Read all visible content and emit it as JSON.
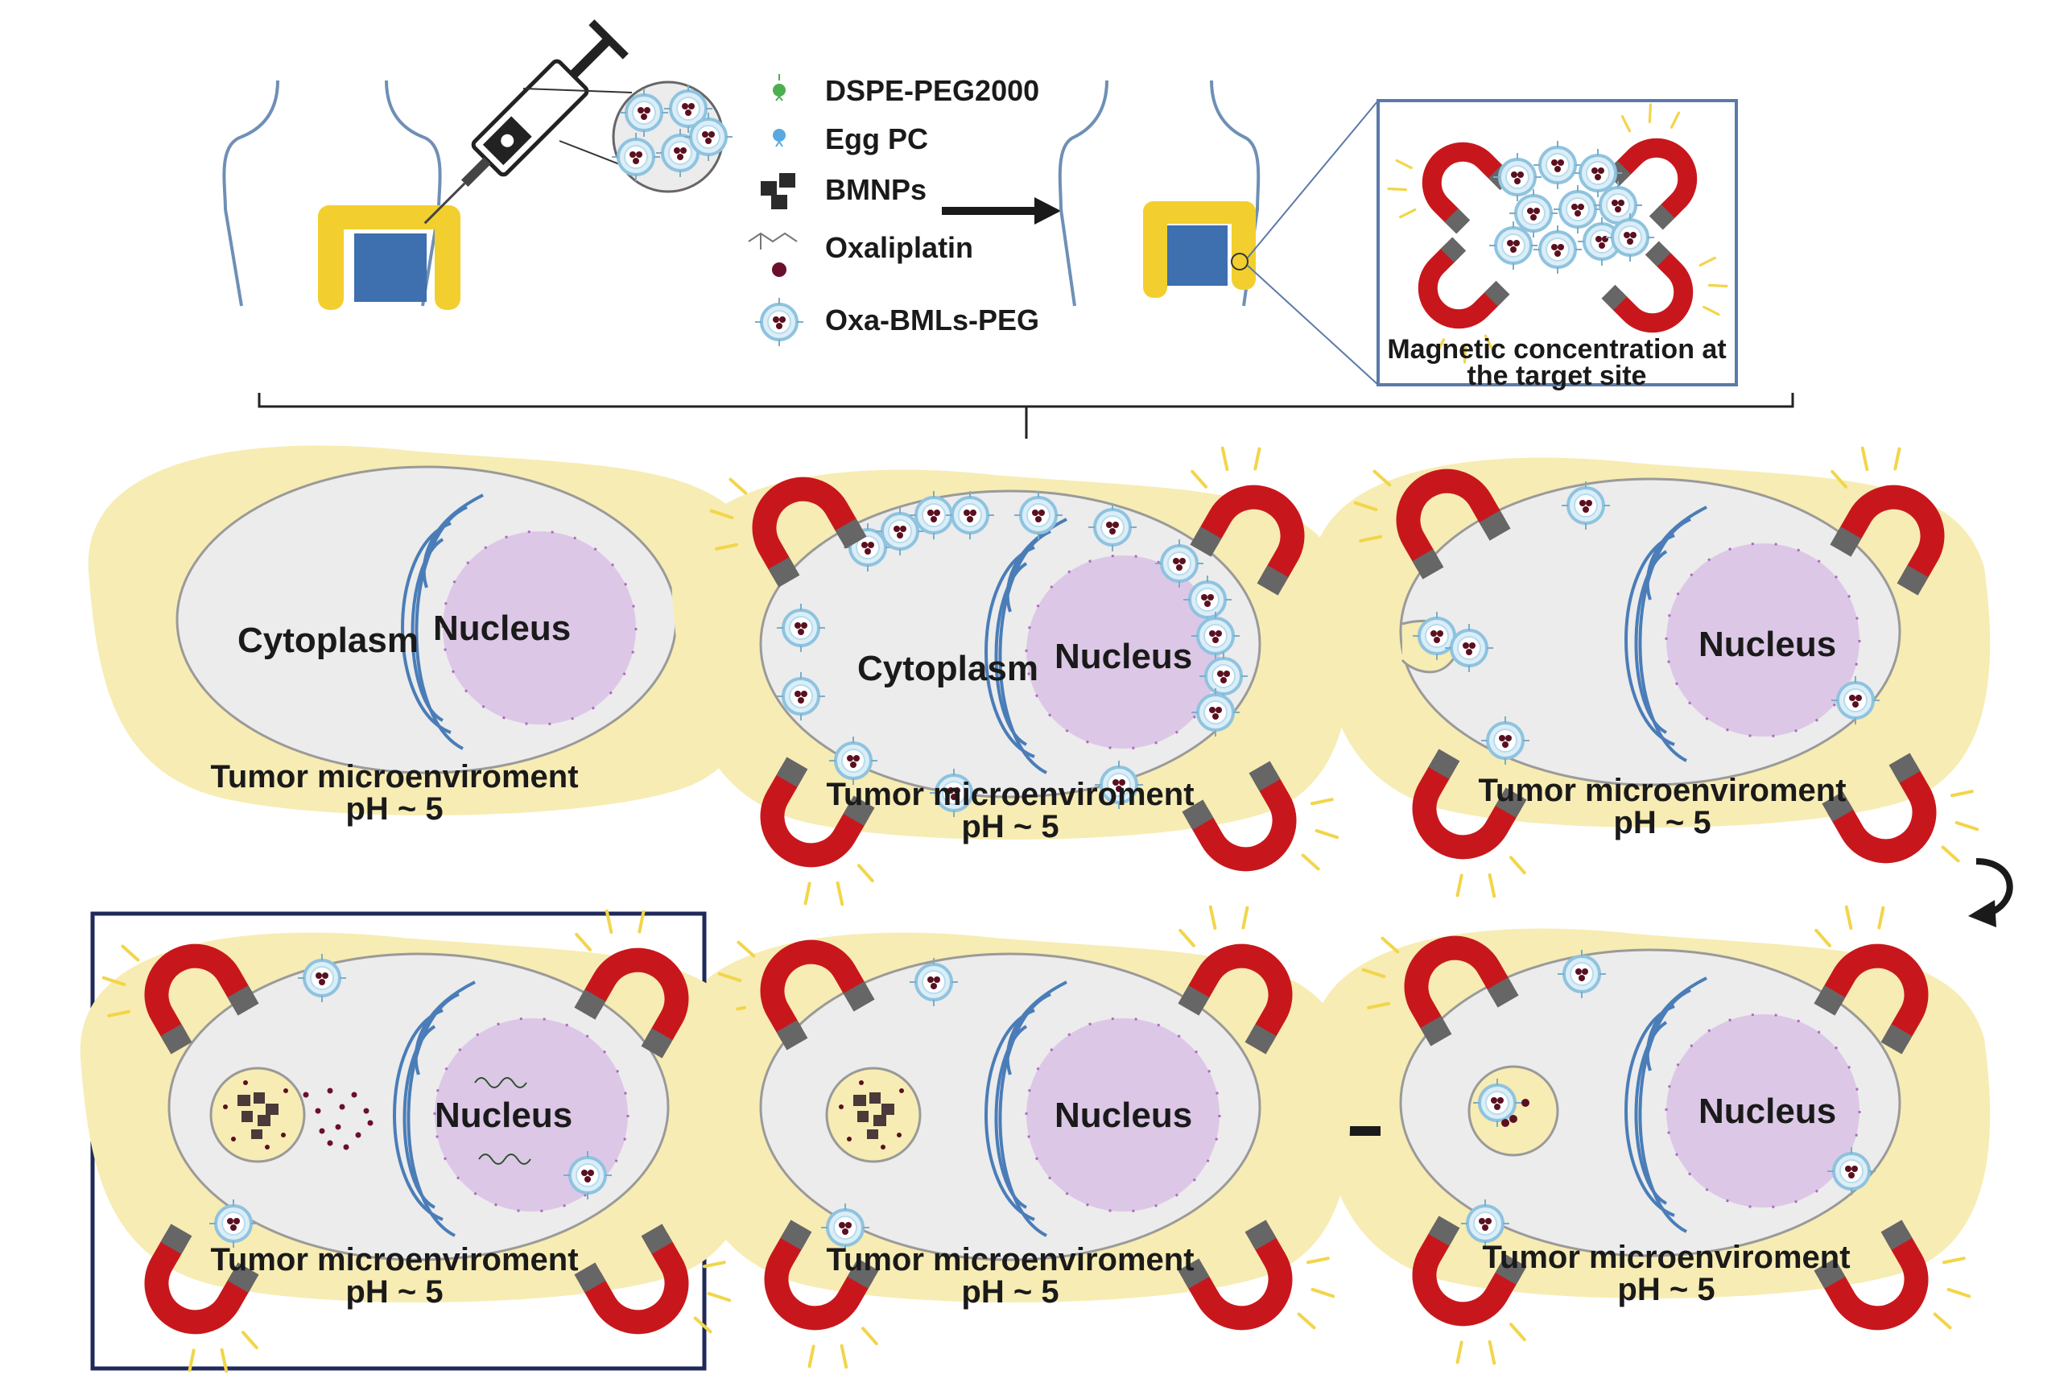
{
  "colors": {
    "cytoplasm_halo": "#f7ecb3",
    "cell_body": "#ececec",
    "nucleus": "#dcc8e6",
    "nucleus_dots": "#b06ac0",
    "er": "#4a7db8",
    "magnet": "#c8171c",
    "magnet_tip": "#666666",
    "glow": "#f2d54a",
    "particle_ring": "#8fc3e0",
    "particle_core": "#5a1020",
    "frame": "#1f2a5a",
    "colon": "#f2cf2e",
    "tumor": "#3e6fae",
    "body_outline": "#6f8fb5",
    "arrow": "#1a1a1a"
  },
  "legend": {
    "items": [
      {
        "icon": "dspe-peg-icon",
        "label": "DSPE-PEG2000"
      },
      {
        "icon": "egg-pc-icon",
        "label": "Egg PC"
      },
      {
        "icon": "bmnp-icon",
        "label": "BMNPs"
      },
      {
        "icon": "oxaliplatin-icon",
        "label": "Oxaliplatin"
      },
      {
        "icon": "liposome-icon",
        "label": "Oxa-BMLs-PEG"
      }
    ]
  },
  "inset": {
    "caption_line1": "Magnetic concentration at",
    "caption_line2": "the target site"
  },
  "cells": [
    {
      "cytoplasm": "Cytoplasm",
      "nucleus": "Nucleus",
      "env_line1": "Tumor microenviroment",
      "env_line2": "pH ~ 5"
    },
    {
      "cytoplasm": "Cytoplasm",
      "nucleus": "Nucleus",
      "env_line1": "Tumor microenviroment",
      "env_line2": "pH ~ 5"
    },
    {
      "nucleus": "Nucleus",
      "env_line1": "Tumor microenviroment",
      "env_line2": "pH ~ 5"
    },
    {
      "nucleus": "Nucleus",
      "env_line1": "Tumor microenviroment",
      "env_line2": "pH ~ 5"
    },
    {
      "nucleus": "Nucleus",
      "env_line1": "Tumor microenviroment",
      "env_line2": "pH ~ 5"
    },
    {
      "nucleus": "Nucleus",
      "env_line1": "Tumor microenviroment",
      "env_line2": "pH ~ 5"
    }
  ]
}
